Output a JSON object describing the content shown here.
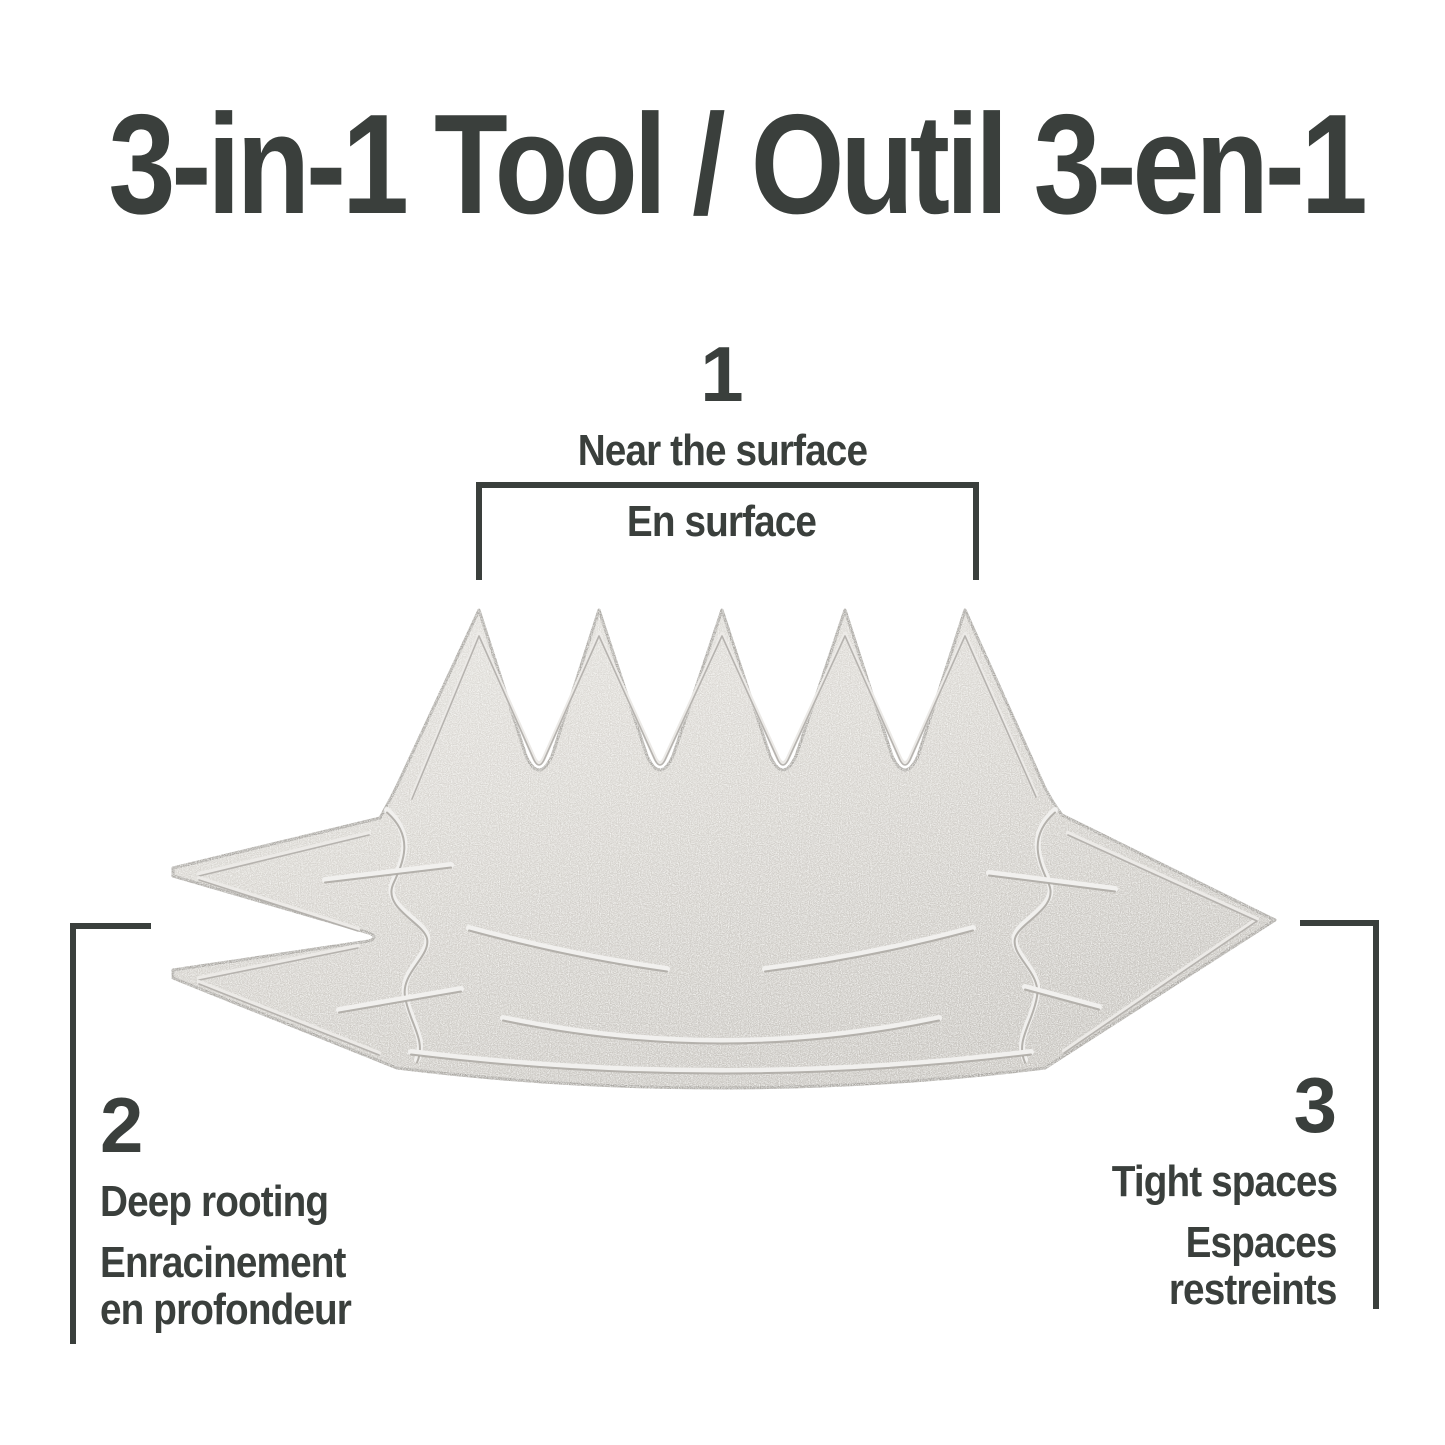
{
  "title": "3-in-1 Tool / Outil 3-en-1",
  "labels": {
    "one": {
      "number": "1",
      "en": "Near the surface",
      "fr": "En surface"
    },
    "two": {
      "number": "2",
      "en": "Deep rooting",
      "fr_line1": "Enracinement",
      "fr_line2": "en profondeur"
    },
    "three": {
      "number": "3",
      "en": "Tight spaces",
      "fr_line1": "Espaces",
      "fr_line2": "restreints"
    }
  },
  "tool": {
    "description": "3-in-1 weeding tool seen from above: serrated blade (5 teeth) on top, forked tip on the left, pointed tip on the right",
    "teeth_count": 5
  },
  "colors": {
    "text": "#3a3f3c",
    "bracket_line": "#3a3f3c",
    "metal_light": "#e3e1dd",
    "metal_mid": "#d7d4cf",
    "metal_dark": "#c6c3be",
    "metal_edge": "#a8a5a0",
    "background": "#ffffff"
  }
}
